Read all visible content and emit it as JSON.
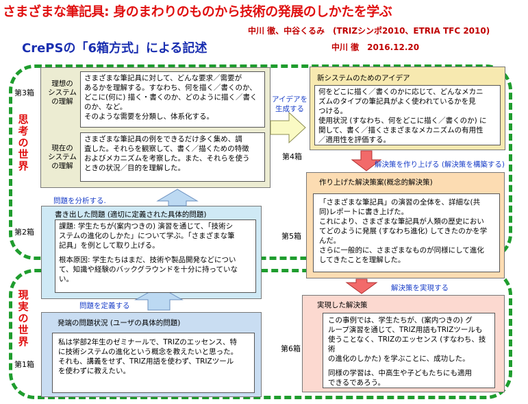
{
  "header": {
    "title": "さまざまな筆記具: 身のまわりのものから技術の発展のしかたを学ぶ",
    "authors": "中川 徹、中谷くるみ　(TRIZシンポ2010、ETRIA TFC 2010)",
    "subtitle": "CrePSの「6箱方式」による記述",
    "date": "中川 徹　2016.12.20"
  },
  "regions": {
    "think": "思考の世界",
    "real": "現実の世界"
  },
  "box_labels": {
    "b1": "第1箱",
    "b2": "第2箱",
    "b3": "第3箱",
    "b4": "第4箱",
    "b5": "第5箱",
    "b6": "第6箱"
  },
  "box3": {
    "ideal_label": "理想の\nシステム\nの理解",
    "ideal_lines": [
      "さまざまな筆記具に対して、どんな要求／需要が",
      "あるかを理解する。すなわち、何を描く／書くのか、",
      "どこに(何に) 描く・書くのか、どのように描く／書く",
      "のか、など。",
      "そのような需要を分類し、体系化する。"
    ],
    "current_label": "現在の\nシステム\nの理解",
    "current_lines": [
      "さまざまな筆記具の例をできるだけ多く集め、調",
      "査した。それらを観察して、書く／描くための特徴",
      "およびメカニズムを考察した。また、それらを使う",
      "ときの状況／目的を理解した。"
    ]
  },
  "box4": {
    "title": "新システムのためのアイデア",
    "lines": [
      "何をどこに描く／書くのかに応じて、どんなメカニ",
      "ズムのタイプの筆記具がよく使われているかを見",
      "つける。",
      "使用状況 (すなわち、何をどこに描く／書くのか) に",
      "関して、書く／描くさまざまなメカニズムの有用性",
      "／適用性を評価する。"
    ]
  },
  "box5": {
    "title": "作り上げた解決策案(概念的解決策)",
    "lines": [
      "「さまざまな筆記具」の演習の全体を、詳細な(共",
      "同)レポートに書き上げた。",
      "これにより、さまざまな筆記具が人類の歴史におい",
      "てどのように発展 (すなわち進化) してきたのかを学",
      "んだ。",
      "さらに一般的に、さまざまなものが同様にして進化",
      "してきたことを理解した。"
    ]
  },
  "box6": {
    "title": "実現した解決策",
    "lines": [
      "この事例では、学生たちが、(案内つきの) グ",
      "ループ演習を通じて、TRIZ用語もTRIZツールも",
      "使うことなく、TRIZのエッセンス (すなわち、技術",
      "の進化のしかた) を学ぶことに、成功した。"
    ],
    "lines2": [
      "同様の学習は、中高生や子どもたちにも適用",
      "できるであろう。"
    ]
  },
  "box2": {
    "title": "書き出した問題 (適切に定義された具体的問題)",
    "lines": [
      "課題:  学生たちが(案内つきの) 演習を通じて、「技術シ",
      "ステムの進化のしかた」について学ぶ。「さまざまな筆",
      "記具」を例として取り上げる。"
    ],
    "lines2": [
      "根本原因:  学生たちはまだ、技術や製品開発などについ",
      "て、知識や経験のバックグラウンドを十分に持っていな",
      "い。"
    ]
  },
  "box1": {
    "title": "発端の問題状況 (ユーザの具体的問題)",
    "lines": [
      "私は学部2年生のゼミナールで、TRIZのエッセンス、特",
      "に技術システムの進化という概念を教えたいと思った。",
      "それも、講義をせず、TRIZ用語を使わず、TRIZツール",
      "を使わずに教えたい。"
    ]
  },
  "arrows": {
    "define": "問題を定義する",
    "analyze": "問題を分析する.",
    "generate": "アイデアを\n生成する",
    "build": "解決策を作り上げる (解決策を構築する)",
    "realize": "解決策を実現する"
  },
  "colors": {
    "title": "#e01010",
    "subtitle": "#1a2fb0",
    "region_border": "#1f9d2e",
    "arrow_blue_fill": "#bcd9f2",
    "arrow_yellow_fill": "#fafac4",
    "arrow_red_fill": "#f26a6a"
  }
}
